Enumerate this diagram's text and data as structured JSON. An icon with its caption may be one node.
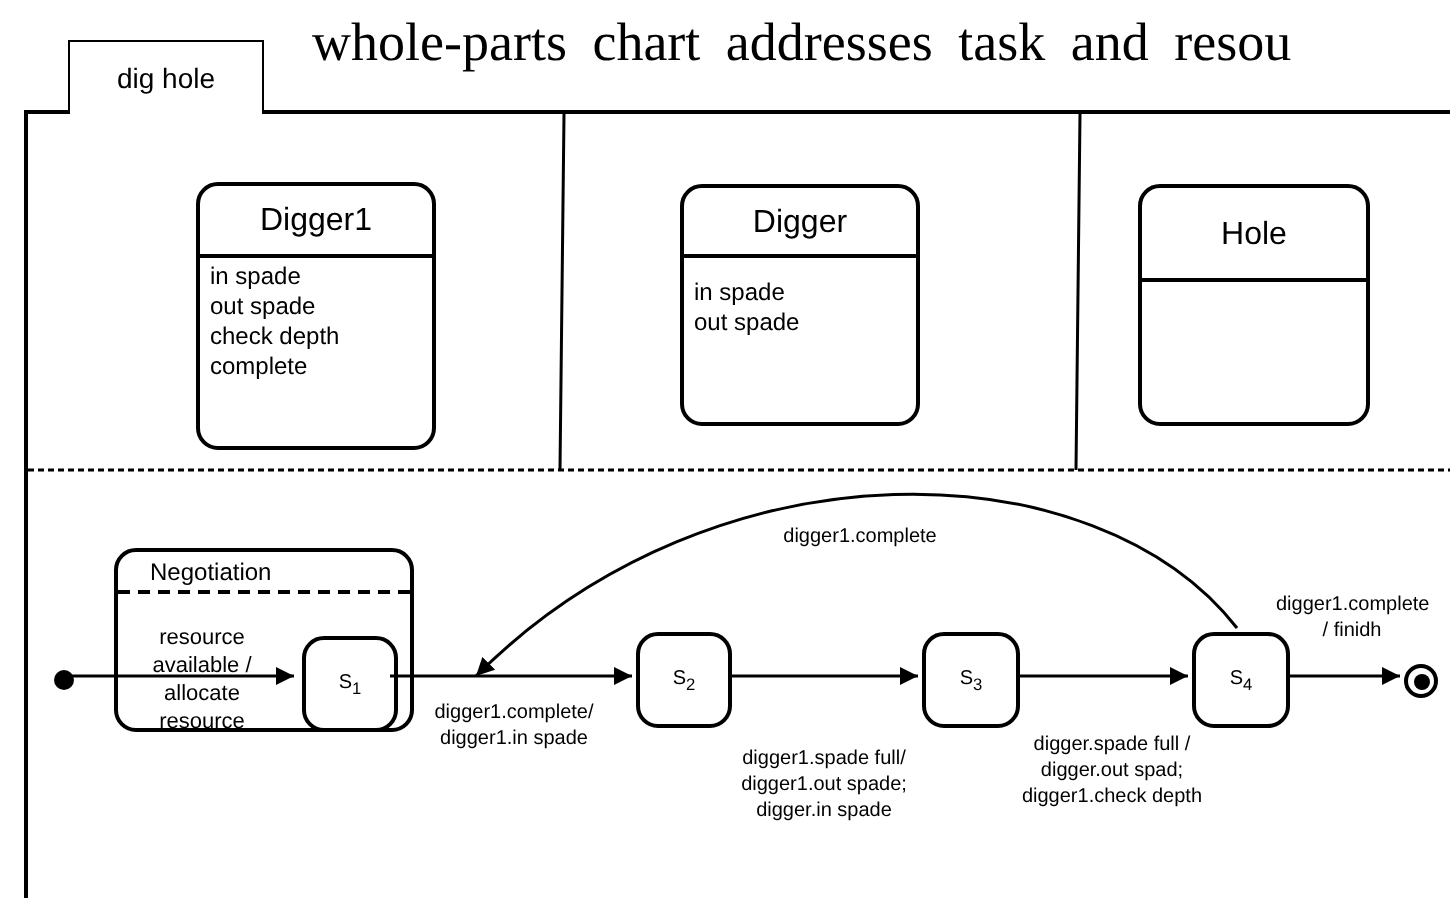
{
  "diagram": {
    "title": "whole-parts chart addresses task and resou",
    "nodes": [
      {
        "text": [
          "dig hole"
        ]
      },
      {
        "text": [
          "Digger1",
          "in spade",
          "out spade",
          "check depth",
          "complete"
        ],
        "in": 0
      },
      {
        "text": [
          "Digger",
          "in spade",
          "out spade"
        ],
        "in": 0
      },
      {
        "text": [
          "Hole"
        ],
        "in": 0
      },
      {
        "text": [
          "Negotiation",
          "resource available / allocate resource"
        ],
        "in": 0
      },
      {
        "text": [
          "S$_{1}$"
        ],
        "in": 4
      },
      {
        "text": [
          "S$_{2}$"
        ],
        "in": 0
      },
      {
        "text": [
          "S$_{3}$"
        ],
        "in": 0
      },
      {
        "text": [
          "S$_{4}$"
        ],
        "in": 0
      },
      {
        "text": [],
        "shape": "circle",
        "in": 0
      },
      {
        "text": [],
        "shape": "circle",
        "in": 0
      }
    ],
    "edges": [
      {
        "from": 9,
        "to": 5,
        "arrow": "to"
      },
      {
        "from": 5,
        "to": 6,
        "arrow": "to",
        "label": "digger1.complete/ digger1.in spade"
      },
      {
        "from": 6,
        "to": 7,
        "arrow": "to",
        "label": "digger1.spade full/ digger1.out spade; digger.in spade"
      },
      {
        "from": 7,
        "to": 8,
        "arrow": "to",
        "label": "digger.spade full / digger.out spad; digger1.check depth"
      },
      {
        "from": 8,
        "to": 10,
        "arrow": "to",
        "label": "digger1.complete / finidh"
      },
      {
        "from": 8,
        "to": null,
        "arrow": "to",
        "label": "digger1.complete"
      }
    ]
  }
}
